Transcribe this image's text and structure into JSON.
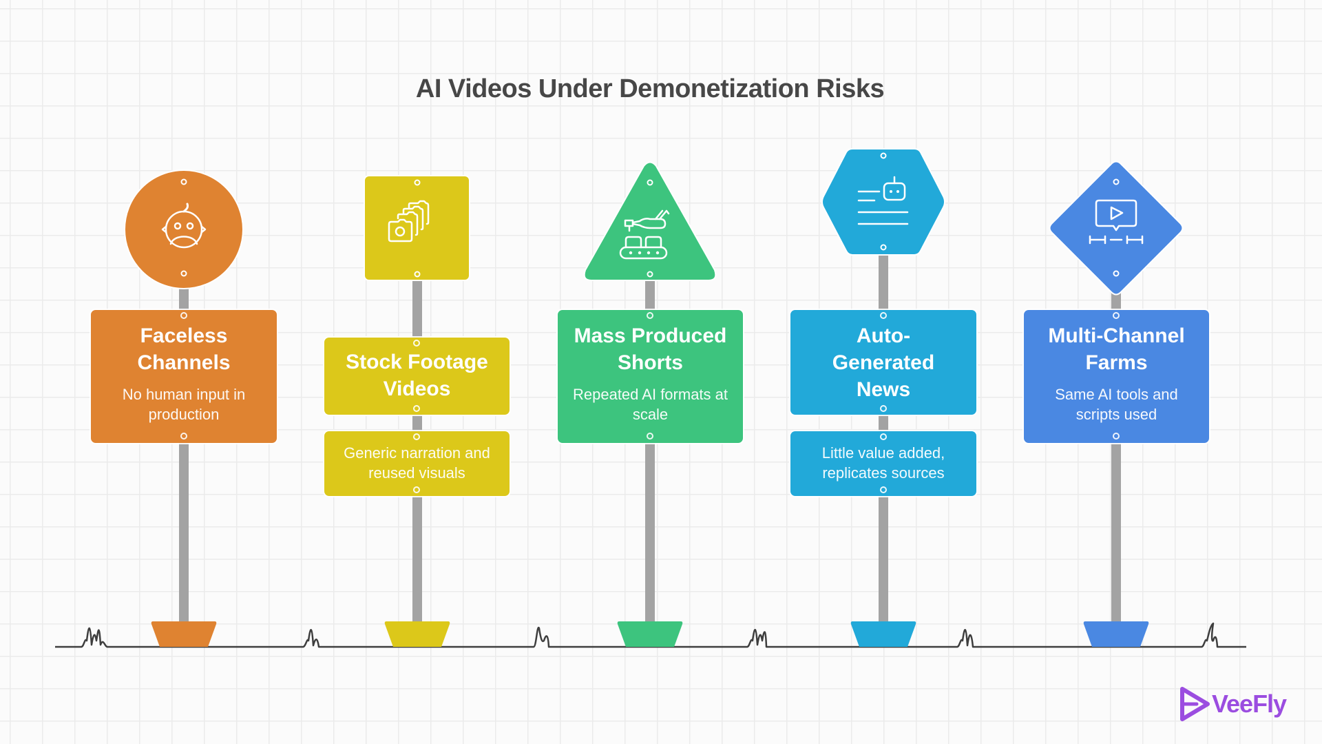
{
  "title": "AI Videos Under Demonetization Risks",
  "signs": [
    {
      "id": "faceless-channels",
      "shape": "circle",
      "icon": "robot-face-icon",
      "color": "#df8331",
      "title": "Faceless Channels",
      "description": "No human input in production"
    },
    {
      "id": "stock-footage-videos",
      "shape": "square",
      "icon": "stacked-photos-icon",
      "color": "#dcc81a",
      "title": "Stock Footage Videos",
      "description": "Generic narration and reused visuals"
    },
    {
      "id": "mass-produced-shorts",
      "shape": "triangle",
      "icon": "robot-arm-conveyor-icon",
      "color": "#3dc47e",
      "title": "Mass Produced Shorts",
      "description": "Repeated AI formats at scale"
    },
    {
      "id": "auto-generated-news",
      "shape": "hexagon",
      "icon": "news-bot-icon",
      "color": "#22a9d9",
      "title": "Auto-Generated News",
      "description": "Little value added, replicates sources"
    },
    {
      "id": "multi-channel-farms",
      "shape": "diamond",
      "icon": "video-play-timeline-icon",
      "color": "#4a88e2",
      "title": "Multi-Channel Farms",
      "description": "Same AI tools and scripts used"
    }
  ],
  "colors": {
    "post": "#a3a3a3",
    "ground": "#3e3e3e",
    "title_text": "#474747",
    "brand": "#9b4de0"
  },
  "brand": {
    "name": "VeeFly"
  }
}
